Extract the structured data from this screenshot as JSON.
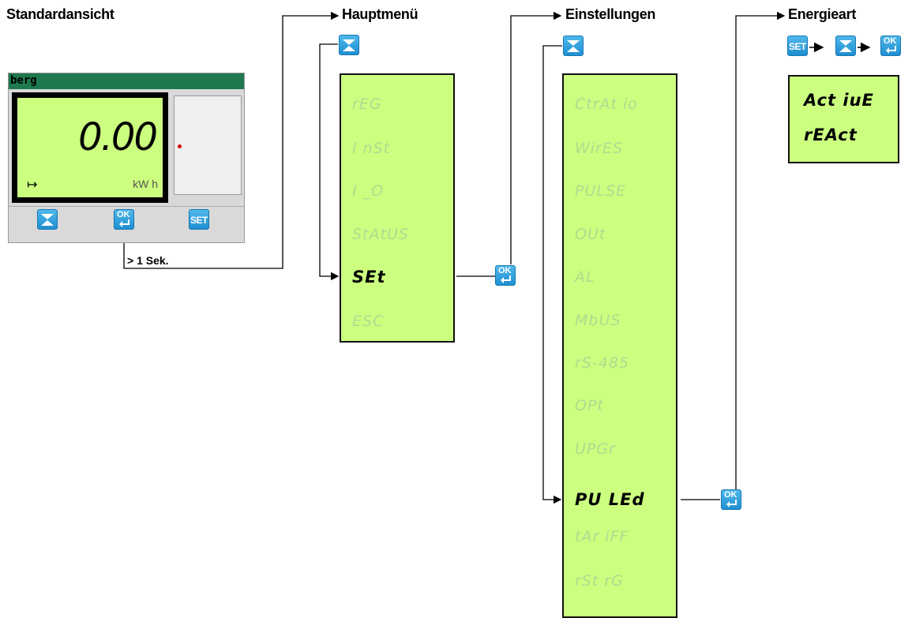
{
  "headings": {
    "standard": "Standardansicht",
    "main": "Hauptmenü",
    "settings": "Einstellungen",
    "energy": "Energieart"
  },
  "device": {
    "brand": "berg",
    "reading": "0.00",
    "unit": "kW h",
    "buttons": [
      "down",
      "OK",
      "SET"
    ],
    "ok_label": "OK",
    "set_label": "SET"
  },
  "hold_hint": "> 1 Sek.",
  "main_menu": {
    "items": [
      "rEG",
      "I nSt",
      "I _O",
      "StAtUS",
      "SEt",
      "ESC"
    ],
    "active": "SEt"
  },
  "settings_menu": {
    "items": [
      "CtrAt io",
      "WirES",
      "PULSE",
      "OUt",
      "AL",
      "MbUS",
      "rS-485",
      "OPt",
      "UPGr",
      "PU LEd",
      "tAr iFF",
      "rSt rG"
    ],
    "active": "PU LEd"
  },
  "energy_menu": {
    "items": [
      "Act iuE",
      "rEAct"
    ]
  },
  "colors": {
    "lcd": "#ccff80",
    "button": "#2a9ad8",
    "device_bar": "#1e7a4e"
  }
}
